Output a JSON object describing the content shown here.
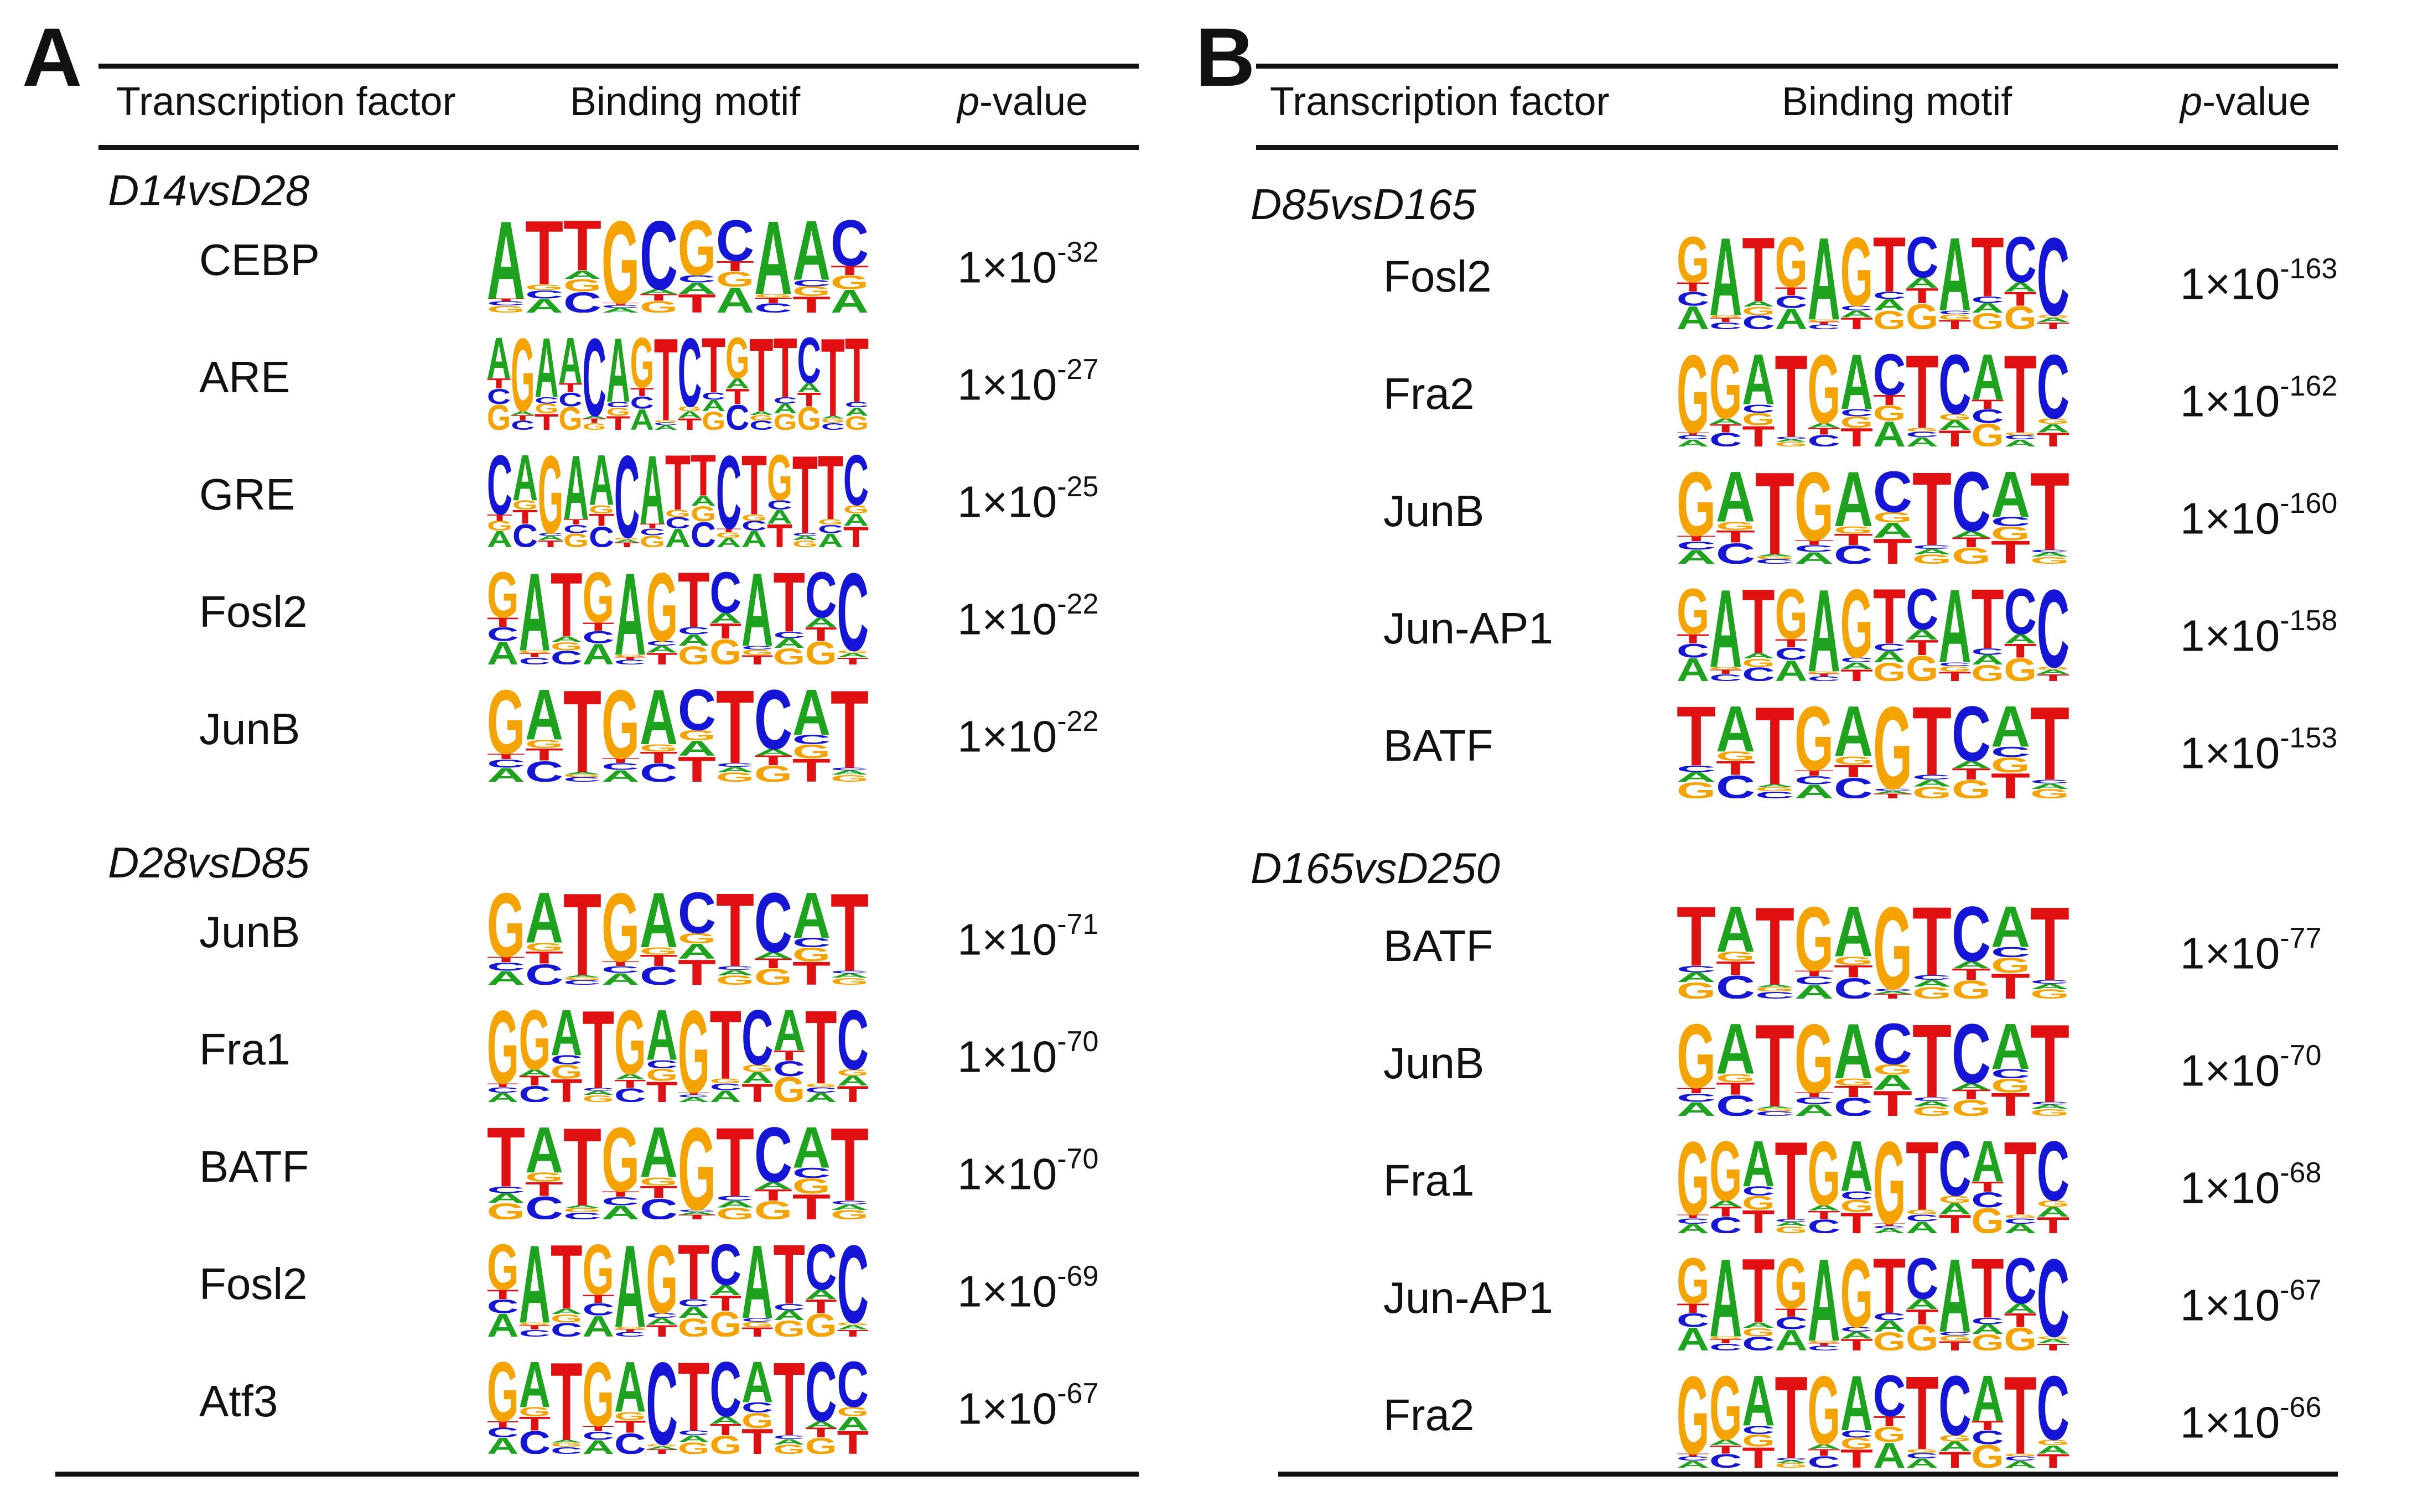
{
  "panels": [
    {
      "letter": "A",
      "headers": {
        "tf": "Transcription factor",
        "motif": "Binding motif",
        "p_italic": "p",
        "p_rest": "-value"
      },
      "groups": [
        {
          "label": "D14vsD28",
          "rows": [
            {
              "tf": "CEBP",
              "motif": "ATTGCGCAAC",
              "p_base": "1×10",
              "p_exp": "-32"
            },
            {
              "tf": "ARE",
              "motif": "AGAACAGTCTGTTCTT",
              "p_base": "1×10",
              "p_exp": "-27"
            },
            {
              "tf": "GRE",
              "motif": "CAGAACATTCTGTTC",
              "p_base": "1×10",
              "p_exp": "-25"
            },
            {
              "tf": "Fosl2",
              "motif": "GATGAGTCATCC",
              "p_base": "1×10",
              "p_exp": "-22"
            },
            {
              "tf": "JunB",
              "motif": "GATGACTCAT",
              "p_base": "1×10",
              "p_exp": "-22"
            }
          ]
        },
        {
          "label": "D28vsD85",
          "rows": [
            {
              "tf": "JunB",
              "motif": "GATGACTCAT",
              "p_base": "1×10",
              "p_exp": "-71"
            },
            {
              "tf": "Fra1",
              "motif": "GGATGAGTCATC",
              "p_base": "1×10",
              "p_exp": "-70"
            },
            {
              "tf": "BATF",
              "motif": "TATGAGTCAT",
              "p_base": "1×10",
              "p_exp": "-70"
            },
            {
              "tf": "Fosl2",
              "motif": "GATGAGTCATCC",
              "p_base": "1×10",
              "p_exp": "-69"
            },
            {
              "tf": "Atf3",
              "motif": "GATGACTCATCC",
              "p_base": "1×10",
              "p_exp": "-67"
            }
          ]
        }
      ]
    },
    {
      "letter": "B",
      "headers": {
        "tf": "Transcription factor",
        "motif": "Binding motif",
        "p_italic": "p",
        "p_rest": "-value"
      },
      "groups": [
        {
          "label": "D85vsD165",
          "rows": [
            {
              "tf": "Fosl2",
              "motif": "GATGAGTCATCC",
              "p_base": "1×10",
              "p_exp": "-163"
            },
            {
              "tf": "Fra2",
              "motif": "GGATGACTCATC",
              "p_base": "1×10",
              "p_exp": "-162"
            },
            {
              "tf": "JunB",
              "motif": "GATGACTCAT",
              "p_base": "1×10",
              "p_exp": "-160"
            },
            {
              "tf": "Jun-AP1",
              "motif": "GATGAGTCATCC",
              "p_base": "1×10",
              "p_exp": "-158"
            },
            {
              "tf": "BATF",
              "motif": "TATGAGTCAT",
              "p_base": "1×10",
              "p_exp": "-153"
            }
          ]
        },
        {
          "label": "D165vsD250",
          "rows": [
            {
              "tf": "BATF",
              "motif": "TATGAGTCAT",
              "p_base": "1×10",
              "p_exp": "-77"
            },
            {
              "tf": "JunB",
              "motif": "GATGACTCAT",
              "p_base": "1×10",
              "p_exp": "-70"
            },
            {
              "tf": "Fra1",
              "motif": "GGATGAGTCATC",
              "p_base": "1×10",
              "p_exp": "-68"
            },
            {
              "tf": "Jun-AP1",
              "motif": "GATGAGTCATCC",
              "p_base": "1×10",
              "p_exp": "-67"
            },
            {
              "tf": "Fra2",
              "motif": "GGATGACTCATC",
              "p_base": "1×10",
              "p_exp": "-66"
            }
          ]
        }
      ]
    }
  ],
  "base_colors": {
    "A": "#1ea31e",
    "C": "#1515d6",
    "G": "#f5a300",
    "T": "#e01010"
  }
}
